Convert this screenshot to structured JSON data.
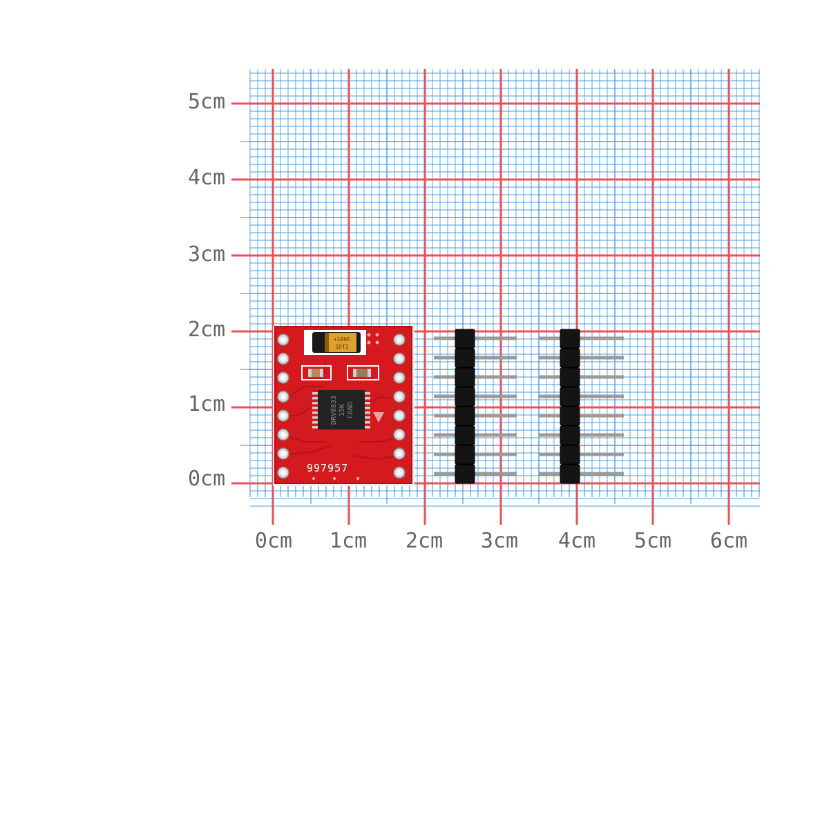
{
  "scale": {
    "y_labels": [
      "0cm",
      "1cm",
      "2cm",
      "3cm",
      "4cm",
      "5cm"
    ],
    "x_labels": [
      "0cm",
      "1cm",
      "2cm",
      "3cm",
      "4cm",
      "5cm",
      "6cm"
    ]
  },
  "board": {
    "serial_text": "997957",
    "chip_marking_lines": [
      "DRV8833",
      "15K",
      "C6ND"
    ],
    "capacitor_marking_lines": [
      "+106E",
      "1DTI"
    ]
  },
  "colors": {
    "grid_major": "#e8505b",
    "grid_minor": "#4a9be0",
    "pcb": "#d41a1f",
    "header_plastic": "#141414",
    "header_pin": "#9a9a9a",
    "label_text": "#666666"
  },
  "icons": {
    "module": "drv8833-motor-driver-board",
    "pin_headers": "male-pin-header-1x8"
  }
}
